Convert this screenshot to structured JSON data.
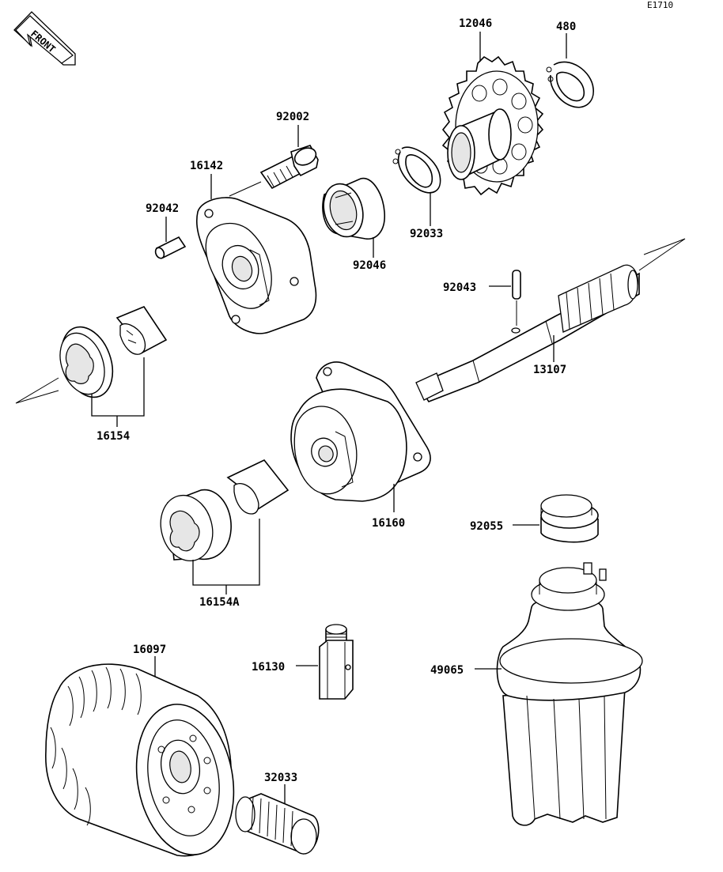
{
  "diagram_code": "E1710",
  "front_badge": "FRONT",
  "parts": {
    "p12046": "12046",
    "p480": "480",
    "p92002": "92002",
    "p16142": "16142",
    "p92042": "92042",
    "p92033": "92033",
    "p92046": "92046",
    "p92043": "92043",
    "p13107": "13107",
    "p16154": "16154",
    "p16160": "16160",
    "p92055": "92055",
    "p16154A": "16154A",
    "p16097": "16097",
    "p16130": "16130",
    "p49065": "49065",
    "p32033": "32033"
  }
}
